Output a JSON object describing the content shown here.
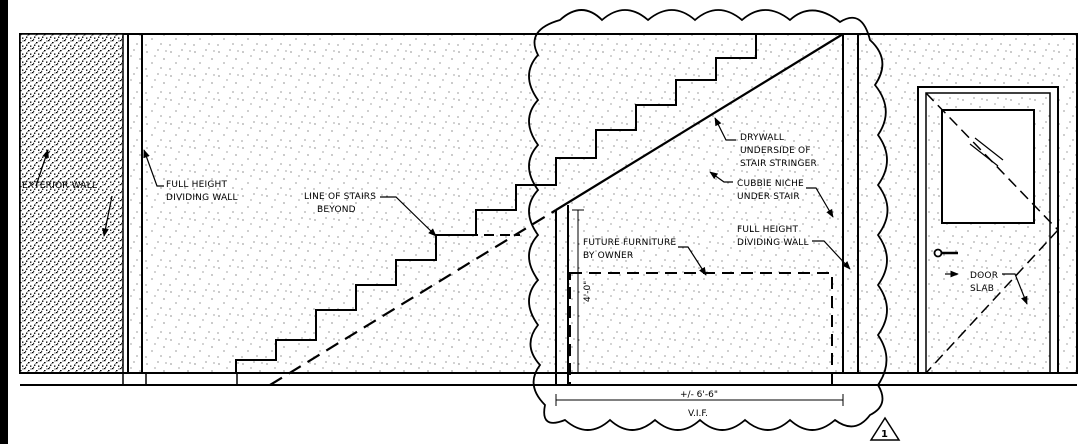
{
  "notes": {
    "left_wall": "EXTERIOR WALL",
    "full_height_left_l1": "FULL HEIGHT",
    "full_height_left_l2": "DIVIDING WALL",
    "line_of_stairs_l1": "LINE OF STAIRS",
    "line_of_stairs_l2": "BEYOND",
    "drywall_l1": "DRYWALL",
    "drywall_l2": "UNDERSIDE OF",
    "drywall_l3": "STAIR STRINGER",
    "cubbie_l1": "CUBBIE NICHE",
    "cubbie_l2": "UNDER STAIR",
    "future_l1": "FUTURE FURNITURE",
    "future_l2": "BY OWNER",
    "full_height_right_l1": "FULL HEIGHT",
    "full_height_right_l2": "DIVIDING WALL",
    "door_l1": "DOOR",
    "door_l2": "SLAB"
  },
  "dimensions": {
    "height": "4'-0\"",
    "width": "+/- 6'-6\"",
    "vif": "V.I.F."
  },
  "revision_tag": "1"
}
